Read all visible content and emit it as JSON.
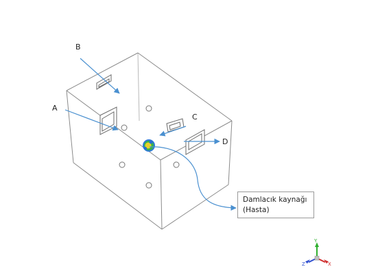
{
  "labels": {
    "a": "A",
    "b": "B",
    "c": "C",
    "d": "D"
  },
  "callout": {
    "line1": "Damlacık kaynağı",
    "line2": "(Hasta)"
  },
  "axis_triad": {
    "x": "X",
    "y": "Y",
    "z": "Z"
  },
  "colors": {
    "arrow": "#4a90d0",
    "edge": "#8a8a8a",
    "axis_x": "#d03030",
    "axis_y": "#30b030",
    "axis_z": "#3050d0"
  }
}
